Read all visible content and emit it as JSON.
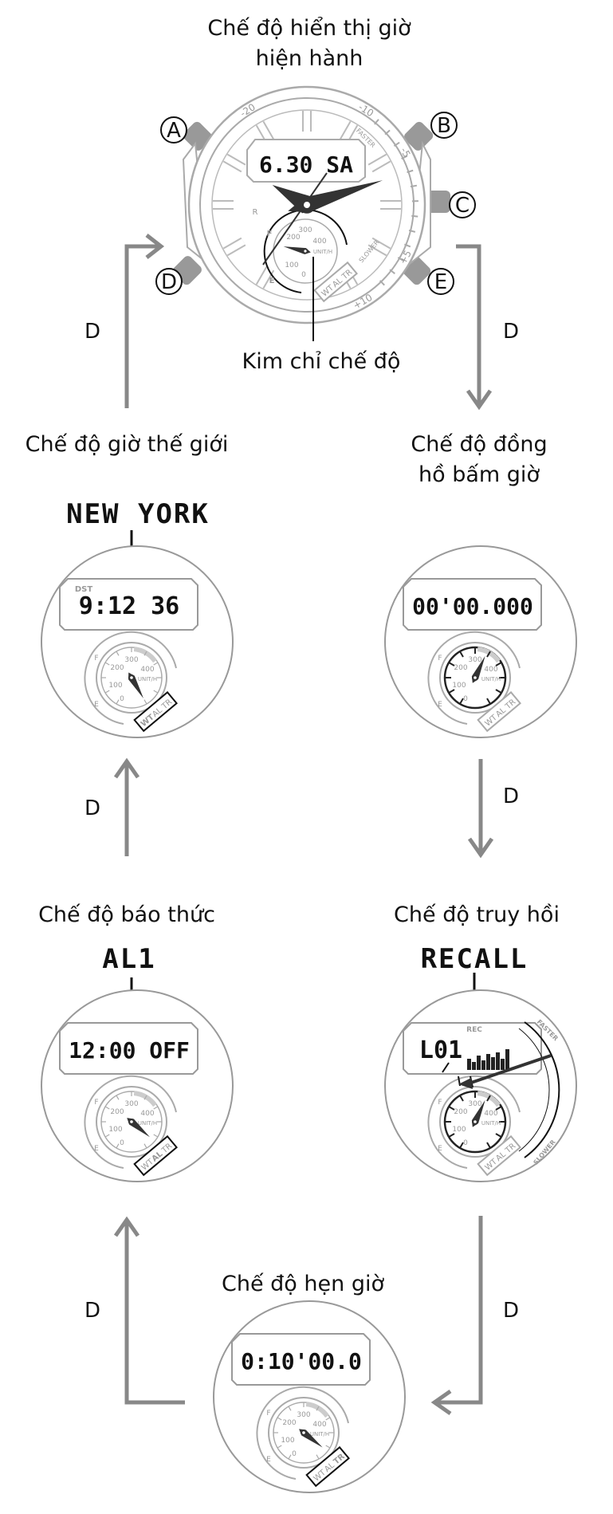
{
  "current_mode": {
    "title_lines": [
      "Chế độ hiển thị giờ",
      "hiện hành"
    ],
    "lcd": "6.30 SA",
    "bezel_labels": [
      "-20",
      "-10",
      "-5",
      "+5",
      "+10"
    ],
    "faster": "FASTER",
    "slower": "SLOWER",
    "gauge_labels": {
      "f": "F",
      "e": "E",
      "r": "R"
    },
    "pointer_label": "Kim chỉ chế độ"
  },
  "buttons": [
    "A",
    "B",
    "C",
    "D",
    "E"
  ],
  "arrow_label": "D",
  "subdial": {
    "scale": [
      "0",
      "100",
      "200",
      "300",
      "400"
    ],
    "unit": "UNIT/H",
    "f": "F",
    "e": "E",
    "modes": [
      "WT",
      "AL",
      "TR"
    ]
  },
  "world_time": {
    "title": "Chế độ giờ thế giới",
    "city": "NEW YORK",
    "dst": "DST",
    "lcd": "9:12 36",
    "selected_mode": "WT"
  },
  "stopwatch": {
    "title_lines": [
      "Chế độ đồng",
      "hồ bấm giờ"
    ],
    "lcd": "00'00.000"
  },
  "alarm": {
    "title": "Chế độ báo thức",
    "header": "AL1",
    "lcd": "12:00 OFF",
    "selected_mode": "AL"
  },
  "recall": {
    "title": "Chế độ truy hồi",
    "header": "RECALL",
    "lcd": "L01",
    "rec": "REC",
    "faster": "FASTER",
    "slower": "SLOWER"
  },
  "timer": {
    "title": "Chế độ hẹn giờ",
    "lcd": "0:10'00.0",
    "selected_mode": "TR"
  },
  "colors": {
    "outline": "#999999",
    "button": "#999999",
    "arrow": "#888888",
    "hand": "#333333"
  }
}
